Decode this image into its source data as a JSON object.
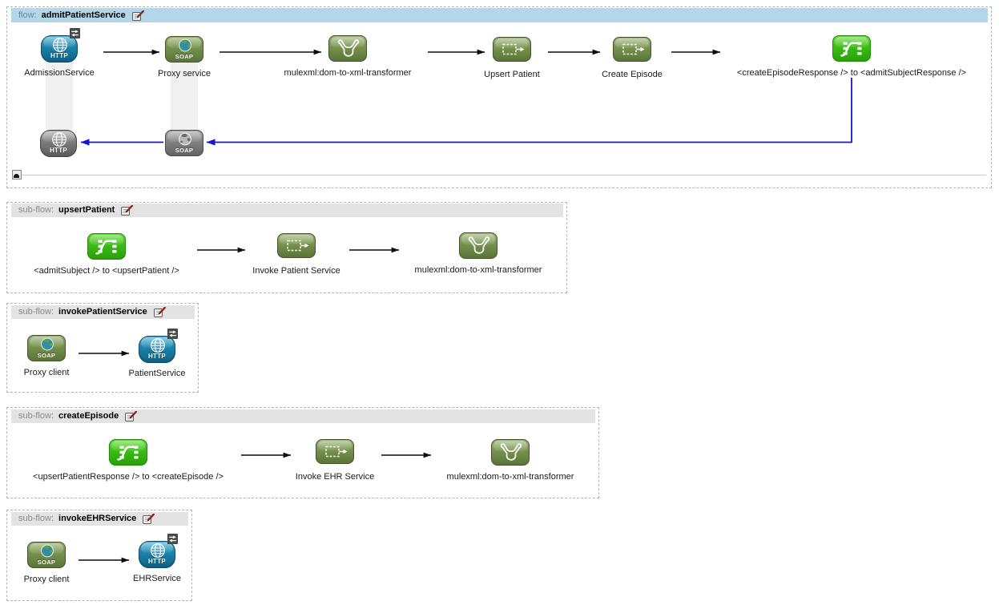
{
  "icon_text": {
    "http": "HTTP",
    "soap": "SOAP"
  },
  "colors": {
    "flow_header": "#b3d7e9",
    "subflow_header": "#e3e3e3",
    "response_arrow_blue": "#1616cf",
    "connector_black": "#0d0d0d",
    "endpoint_blue": "#1d83ab",
    "component_olive": "#75904c",
    "datamapper_green": "#3bbc14",
    "gray_endpoint": "#7d7d7d"
  },
  "flows": [
    {
      "kind_label": "flow:",
      "name": "admitPatientService",
      "nodes": {
        "admission_service": {
          "label": "AdmissionService"
        },
        "proxy_service": {
          "label": "Proxy service"
        },
        "dom_to_xml": {
          "label": "mulexml:dom-to-xml-transformer"
        },
        "upsert_patient_ref": {
          "label": "Upsert Patient"
        },
        "create_episode_ref": {
          "label": "Create Episode"
        },
        "response_mapper": {
          "label": "<createEpisodeResponse /> to <admitSubjectResponse />"
        }
      }
    },
    {
      "kind_label": "sub-flow:",
      "name": "upsertPatient",
      "nodes": {
        "request_mapper": {
          "label": "<admitSubject /> to <upsertPatient />"
        },
        "invoke_patient_service_ref": {
          "label": "Invoke Patient Service"
        },
        "dom_to_xml": {
          "label": "mulexml:dom-to-xml-transformer"
        }
      }
    },
    {
      "kind_label": "sub-flow:",
      "name": "invokePatientService",
      "nodes": {
        "proxy_client": {
          "label": "Proxy client"
        },
        "patient_service": {
          "label": "PatientService"
        }
      }
    },
    {
      "kind_label": "sub-flow:",
      "name": "createEpisode",
      "nodes": {
        "request_mapper": {
          "label": "<upsertPatientResponse /> to <createEpisode />"
        },
        "invoke_ehr_service_ref": {
          "label": "Invoke EHR Service"
        },
        "dom_to_xml": {
          "label": "mulexml:dom-to-xml-transformer"
        }
      }
    },
    {
      "kind_label": "sub-flow:",
      "name": "invokeEHRService",
      "nodes": {
        "proxy_client": {
          "label": "Proxy client"
        },
        "ehr_service": {
          "label": "EHRService"
        }
      }
    }
  ]
}
